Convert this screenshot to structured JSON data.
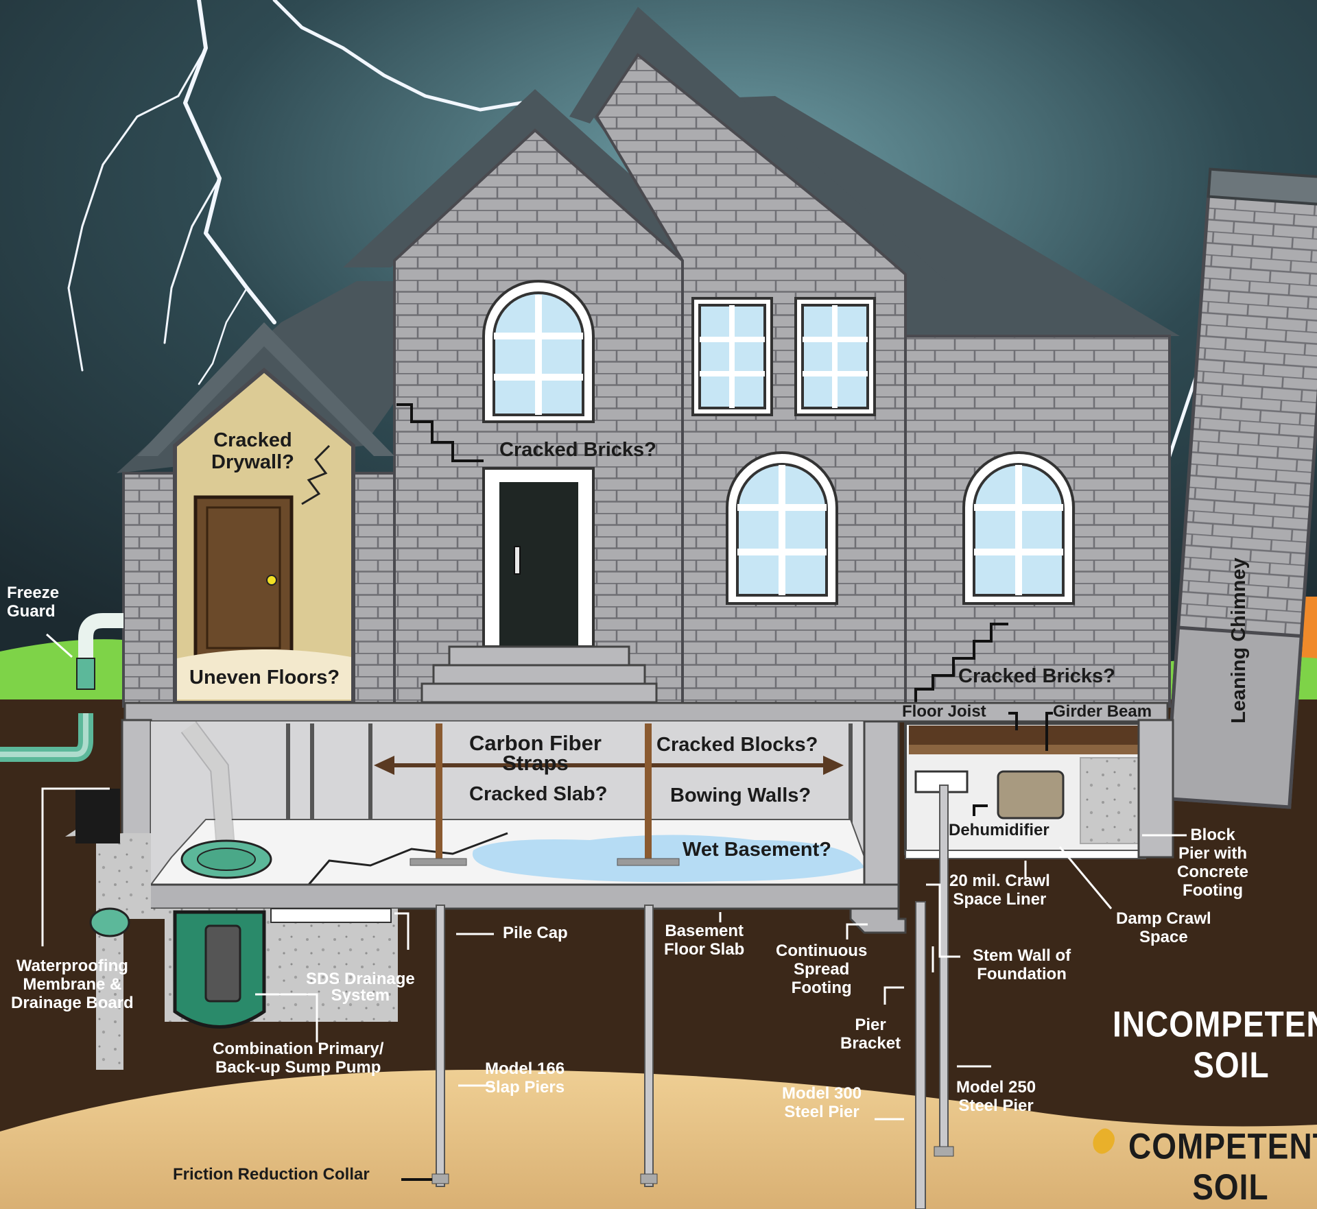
{
  "labels": {
    "cracked_drywall_1": "Cracked",
    "cracked_drywall_2": "Drywall?",
    "cracked_bricks_upper": "Cracked Bricks?",
    "cracked_bricks_lower": "Cracked Bricks?",
    "uneven_floors": "Uneven Floors?",
    "freeze_guard_1": "Freeze",
    "freeze_guard_2": "Guard",
    "leaning_chimney": "Leaning Chimney",
    "floor_joist": "Floor Joist",
    "girder_beam": "Girder Beam",
    "carbon_fiber_1": "Carbon Fiber",
    "carbon_fiber_2": "Straps",
    "cracked_blocks": "Cracked Blocks?",
    "cracked_slab": "Cracked Slab?",
    "bowing_walls": "Bowing Walls?",
    "wet_basement": "Wet Basement?",
    "dehumidifier": "Dehumidifier",
    "block_pier_1": "Block",
    "block_pier_2": "Pier with",
    "block_pier_3": "Concrete",
    "block_pier_4": "Footing",
    "crawl_liner_1": "20 mil. Crawl",
    "crawl_liner_2": "Space Liner",
    "damp_crawl_1": "Damp Crawl",
    "damp_crawl_2": "Space",
    "waterproofing_1": "Waterproofing",
    "waterproofing_2": "Membrane &",
    "waterproofing_3": "Drainage Board",
    "pile_cap": "Pile Cap",
    "basement_slab_1": "Basement",
    "basement_slab_2": "Floor Slab",
    "continuous_footing_1": "Continuous",
    "continuous_footing_2": "Spread",
    "continuous_footing_3": "Footing",
    "stem_wall_1": "Stem Wall of",
    "stem_wall_2": "Foundation",
    "sds_1": "SDS Drainage",
    "sds_2": "System",
    "pier_bracket_1": "Pier",
    "pier_bracket_2": "Bracket",
    "sump_pump_1": "Combination Primary/",
    "sump_pump_2": "Back-up Sump Pump",
    "model166_1": "Model 166",
    "model166_2": "Slap Piers",
    "model300_1": "Model 300",
    "model300_2": "Steel Pier",
    "model250_1": "Model 250",
    "model250_2": "Steel Pier",
    "friction_collar": "Friction Reduction Collar",
    "incompetent_1": "INCOMPETENT",
    "incompetent_2": "SOIL",
    "competent_1": "COMPETENT",
    "competent_2": "SOIL"
  },
  "colors": {
    "sky": "#33484d",
    "roof": "#4a565c",
    "brick": "#a9a9ab",
    "mortar": "#7b7b7f",
    "soil": "#3b2819",
    "sand": "#e5c48a",
    "grass": "#7ed348",
    "pipe": "#5cb89a"
  }
}
